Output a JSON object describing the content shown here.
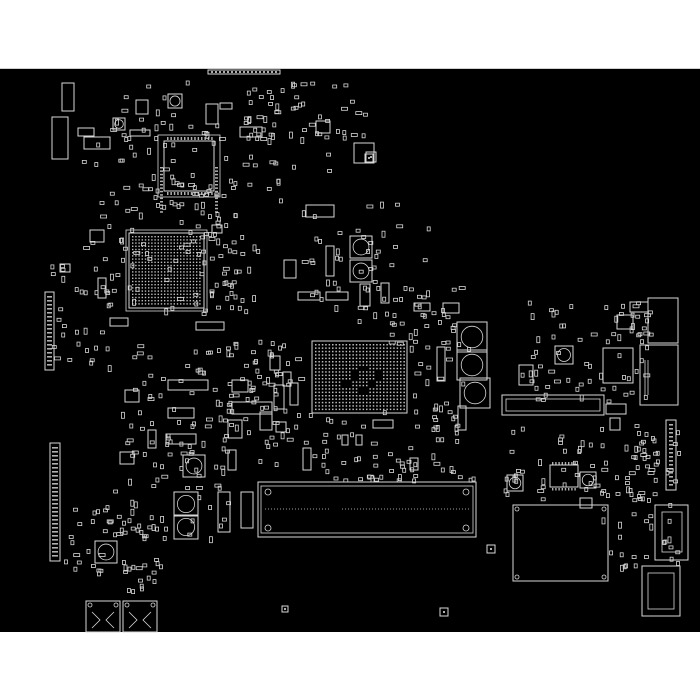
{
  "viewer": {
    "background": "#ffffff",
    "board_color": "#000000",
    "outline_color": "#d8d8d8"
  },
  "components": {
    "chips": [
      "bga-gpu",
      "bga-cpu",
      "qfp-ec",
      "qfp-io",
      "qfp-audio",
      "qfp-lan"
    ],
    "connectors": [
      "conn-lcd",
      "conn-left-io",
      "conn-keyboard",
      "conn-usb-left",
      "conn-right-stack",
      "conn-top",
      "conn-sodimm"
    ],
    "passives": [
      "resistor",
      "capacitor",
      "inductor"
    ]
  }
}
